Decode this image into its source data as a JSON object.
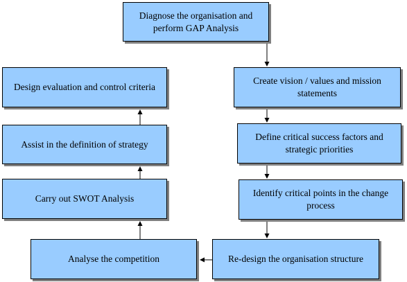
{
  "diagram": {
    "steps": [
      {
        "id": "diagnose",
        "text": "Diagnose the organisation and perform GAP Analysis"
      },
      {
        "id": "vision",
        "text": "Create vision / values and mission statements"
      },
      {
        "id": "csf",
        "text": "Define critical success factors and strategic priorities"
      },
      {
        "id": "critical_points",
        "text": "Identify critical points in the change process"
      },
      {
        "id": "redesign",
        "text": "Re-design the organisation structure"
      },
      {
        "id": "competition",
        "text": "Analyse the competition"
      },
      {
        "id": "swot",
        "text": "Carry out SWOT Analysis"
      },
      {
        "id": "strategy",
        "text": "Assist in the definition of strategy"
      },
      {
        "id": "evaluation",
        "text": "Design evaluation and control criteria"
      }
    ],
    "colors": {
      "box_fill": "#99ccff",
      "box_border": "#000000",
      "shadow": "#808080",
      "arrow": "#000000"
    }
  }
}
